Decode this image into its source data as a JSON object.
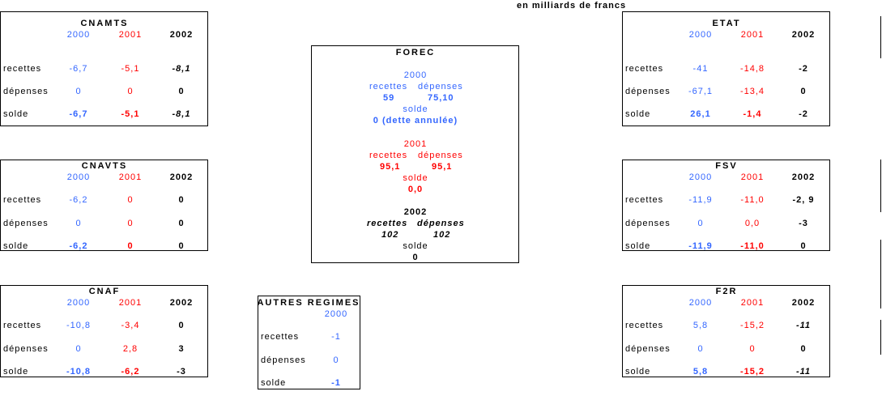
{
  "unit_note": "en milliards de francs",
  "row_labels": [
    "recettes",
    "dépenses",
    "solde"
  ],
  "years": [
    "2000",
    "2001",
    "2002"
  ],
  "boxes": [
    {
      "id": "cnamts",
      "title": "CNAMTS",
      "rows": [
        [
          "-6,7",
          "-5,1",
          "-8,1"
        ],
        [
          "0",
          "0",
          "0"
        ],
        [
          "-6,7",
          "-5,1",
          "-8,1"
        ]
      ]
    },
    {
      "id": "cnavts",
      "title": "CNAVTS",
      "rows": [
        [
          "-6,2",
          "0",
          "0"
        ],
        [
          "0",
          "0",
          "0"
        ],
        [
          "-6,2",
          "0",
          "0"
        ]
      ]
    },
    {
      "id": "cnaf",
      "title": "CNAF",
      "rows": [
        [
          "-10,8",
          "-3,4",
          "0"
        ],
        [
          "0",
          "2,8",
          "3"
        ],
        [
          "-10,8",
          "-6,2",
          "-3"
        ]
      ]
    },
    {
      "id": "etat",
      "title": "ETAT",
      "rows": [
        [
          "-41",
          "-14,8",
          "-2"
        ],
        [
          "-67,1",
          "-13,4",
          "0"
        ],
        [
          "26,1",
          "-1,4",
          "-2"
        ]
      ]
    },
    {
      "id": "fsv",
      "title": "FSV",
      "rows": [
        [
          "-11,9",
          "-11,0",
          "-2, 9"
        ],
        [
          "0",
          "0,0",
          "-3"
        ],
        [
          "-11,9",
          "-11,0",
          "0"
        ]
      ]
    },
    {
      "id": "f2r",
      "title": "F2R",
      "rows": [
        [
          "5,8",
          "-15,2",
          "-11"
        ],
        [
          "0",
          "0",
          "0"
        ],
        [
          "5,8",
          "-15,2",
          "-11"
        ]
      ]
    }
  ],
  "autres": {
    "title": "AUTRES REGIMES",
    "year": "2000",
    "rows": [
      "-1",
      "0",
      "-1"
    ]
  },
  "forec": {
    "title": "FOREC",
    "recettes": "recettes",
    "depenses": "dépenses",
    "solde": "solde",
    "y2000": {
      "year": "2000",
      "rec": "59",
      "dep": "75,10",
      "solde": "0 (dette annulée)"
    },
    "y2001": {
      "year": "2001",
      "rec": "95,1",
      "dep": "95,1",
      "solde": "0,0"
    },
    "y2002": {
      "year": "2002",
      "rec": "102",
      "dep": "102",
      "solde": "0"
    }
  },
  "colors": {
    "blue": "#3366ff",
    "red": "#ff0000"
  }
}
